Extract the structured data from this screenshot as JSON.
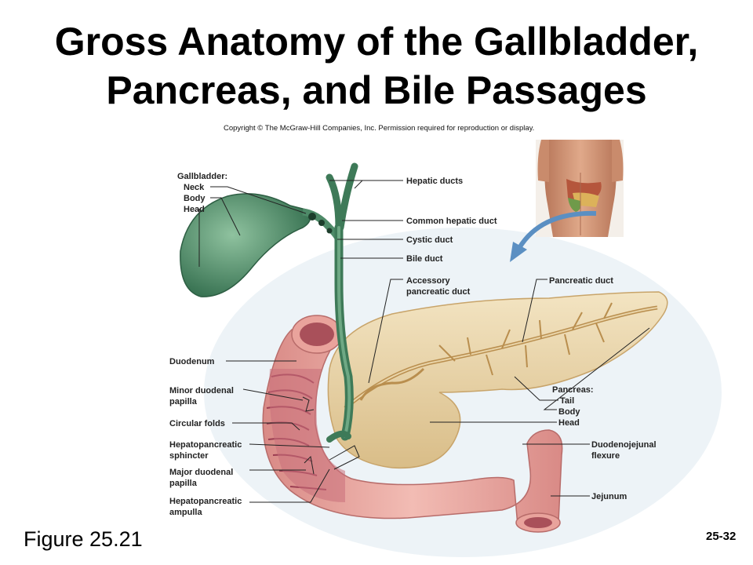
{
  "title_line1": "Gross Anatomy of the Gallbladder,",
  "title_line2": "Pancreas, and Bile Passages",
  "copyright": "Copyright © The McGraw-Hill Companies, Inc. Permission required for reproduction or display.",
  "figure": "Figure 25.21",
  "slide_number": "25-32",
  "labels": {
    "gallbladder": "Gallbladder:",
    "neck": "Neck",
    "body": "Body",
    "head": "Head",
    "hepatic_ducts": "Hepatic ducts",
    "common_hepatic_duct": "Common hepatic duct",
    "cystic_duct": "Cystic duct",
    "bile_duct": "Bile duct",
    "accessory_pancreatic_duct_1": "Accessory",
    "accessory_pancreatic_duct_2": "pancreatic duct",
    "pancreatic_duct": "Pancreatic duct",
    "duodenum": "Duodenum",
    "minor_papilla_1": "Minor duodenal",
    "minor_papilla_2": "papilla",
    "circular_folds": "Circular folds",
    "sphincter_1": "Hepatopancreatic",
    "sphincter_2": "sphincter",
    "major_papilla_1": "Major duodenal",
    "major_papilla_2": "papilla",
    "ampulla_1": "Hepatopancreatic",
    "ampulla_2": "ampulla",
    "pancreas": "Pancreas:",
    "tail": "Tail",
    "p_body": "Body",
    "p_head": "Head",
    "flexure_1": "Duodenojejunal",
    "flexure_2": "flexure",
    "jejunum": "Jejunum"
  },
  "colors": {
    "gallbladder": "#4e8a68",
    "pancreas": "#e8d2a6",
    "duodenum": "#e8a7a0",
    "folds": "#b8586a",
    "leader": "#222222"
  }
}
